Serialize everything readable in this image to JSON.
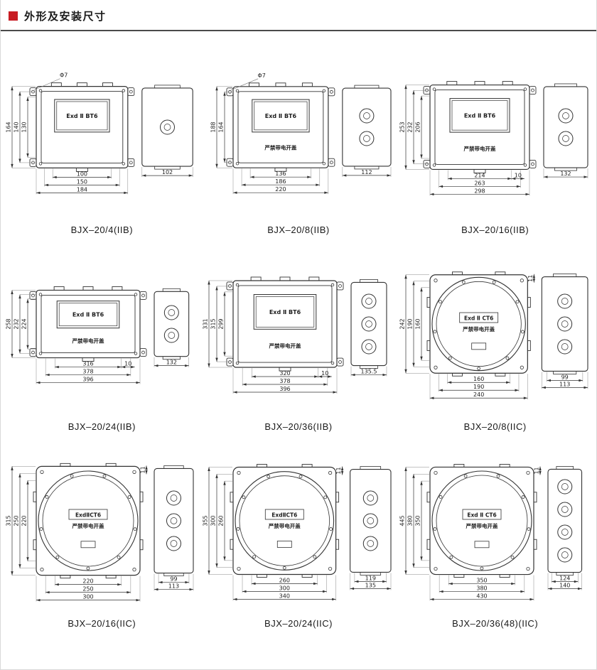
{
  "header": {
    "title": "外形及安装尺寸",
    "marker_color": "#c81c23"
  },
  "drawings": [
    {
      "model": "BJX–20/4(IIB)",
      "type": "rect",
      "marking": "Exd Ⅱ BT6",
      "warning": "",
      "hole_label": "Φ7",
      "offset_label": "",
      "v_dims": [
        "164",
        "140",
        "130"
      ],
      "h_dims": [
        "100",
        "150",
        "184"
      ],
      "side_dims": [
        "102"
      ],
      "side_holes": 1
    },
    {
      "model": "BJX–20/8(IIB)",
      "type": "rect",
      "marking": "Exd Ⅱ BT6",
      "warning": "严禁带电开盖",
      "hole_label": "Φ7",
      "offset_label": "",
      "v_dims": [
        "188",
        "164"
      ],
      "h_dims": [
        "136",
        "186",
        "220"
      ],
      "side_dims": [
        "112"
      ],
      "side_holes": 2
    },
    {
      "model": "BJX–20/16(IIB)",
      "type": "rect",
      "marking": "Exd Ⅱ BT6",
      "warning": "严禁带电开盖",
      "hole_label": "",
      "offset_label": "10",
      "v_dims": [
        "253",
        "232",
        "206"
      ],
      "h_dims": [
        "214",
        "263",
        "298"
      ],
      "side_dims": [
        "132"
      ],
      "side_holes": 2
    },
    {
      "model": "BJX–20/24(IIB)",
      "type": "rect",
      "marking": "Exd Ⅱ BT6",
      "warning": "严禁带电开盖",
      "hole_label": "",
      "offset_label": "10",
      "v_dims": [
        "258",
        "232",
        "224"
      ],
      "h_dims": [
        "316",
        "378",
        "396"
      ],
      "side_dims": [
        "132"
      ],
      "side_holes": 2
    },
    {
      "model": "BJX–20/36(IIB)",
      "type": "rect",
      "marking": "Exd Ⅱ BT6",
      "warning": "严禁带电开盖",
      "hole_label": "",
      "offset_label": "10",
      "v_dims": [
        "331",
        "315",
        "299"
      ],
      "h_dims": [
        "320",
        "378",
        "396"
      ],
      "side_dims": [
        "135.5"
      ],
      "side_holes": 3
    },
    {
      "model": "BJX–20/8(IIC)",
      "type": "round",
      "marking": "Exd Ⅱ CT6",
      "warning": "严禁带电开盖",
      "hole_label": "",
      "offset_label": "11",
      "v_dims": [
        "242",
        "190",
        "160"
      ],
      "h_dims": [
        "160",
        "190",
        "240"
      ],
      "side_dims": [
        "99",
        "113"
      ],
      "side_holes": 3
    },
    {
      "model": "BJX–20/16(IIC)",
      "type": "round",
      "marking": "ExdⅡCT6",
      "warning": "严禁带电开盖",
      "hole_label": "",
      "offset_label": "11",
      "v_dims": [
        "315",
        "250",
        "220"
      ],
      "h_dims": [
        "220",
        "250",
        "300"
      ],
      "side_dims": [
        "99",
        "113"
      ],
      "side_holes": 3
    },
    {
      "model": "BJX–20/24(IIC)",
      "type": "round",
      "marking": "ExdⅡCT6",
      "warning": "严禁带电开盖",
      "hole_label": "",
      "offset_label": "11",
      "v_dims": [
        "355",
        "300",
        "260"
      ],
      "h_dims": [
        "260",
        "300",
        "340"
      ],
      "side_dims": [
        "119",
        "135"
      ],
      "side_holes": 3
    },
    {
      "model": "BJX–20/36(48)(IIC)",
      "type": "round",
      "marking": "Exd Ⅱ CT6",
      "warning": "严禁带电开盖",
      "hole_label": "",
      "offset_label": "11",
      "v_dims": [
        "445",
        "380",
        "350"
      ],
      "h_dims": [
        "350",
        "380",
        "430"
      ],
      "side_dims": [
        "124",
        "140"
      ],
      "side_holes": 4
    }
  ]
}
